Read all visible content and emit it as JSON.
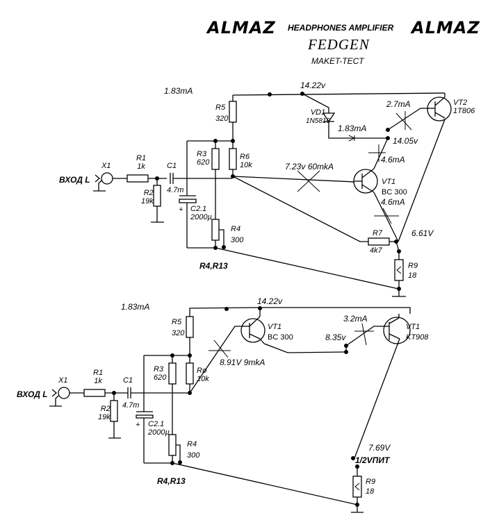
{
  "header": {
    "brand_left": "ALMAZ",
    "title": "HEADPHONES AMPLIFIER",
    "brand_right": "ALMAZ",
    "author": "FEDGEN",
    "subtitle": "MAKET-TECT"
  },
  "circuit_top": {
    "current_r5": "1.83mA",
    "rail_voltage": "14.22v",
    "input_label": "ВХОД L",
    "x1": "X1",
    "r1": {
      "name": "R1",
      "value": "1k"
    },
    "r2": {
      "name": "R2",
      "value": "19k"
    },
    "c1": {
      "name": "C1",
      "value": "4.7m"
    },
    "c21": {
      "name": "C2.1",
      "value": "2000µ",
      "polarity": "+"
    },
    "r3": {
      "name": "R3",
      "value": "620"
    },
    "r4": {
      "name": "R4",
      "value": "300"
    },
    "r5": {
      "name": "R5",
      "value": "320"
    },
    "r6": {
      "name": "R6",
      "value": "10k"
    },
    "r7": {
      "name": "R7",
      "value": "4k7"
    },
    "r9": {
      "name": "R9",
      "value": "18",
      "symbol": "<"
    },
    "vd1": {
      "name": "VD1",
      "value": "1N5819"
    },
    "vd1_current": "1.83mA",
    "vt1": {
      "name": "VT1",
      "value": "BC 300"
    },
    "vt2": {
      "name": "VT2",
      "value": "1T806"
    },
    "vt2_base_current": "2.7mA",
    "node_voltage": "14.05v",
    "vt1_collector_current": "4.6mA",
    "vt1_emitter_current": "4.6mA",
    "vt1_base_reading": "7.23v 60mkA",
    "output_voltage": "6.61V",
    "trim_label": "R4,R13"
  },
  "circuit_bottom": {
    "current_r5": "1.83mA",
    "rail_voltage": "14.22v",
    "input_label": "ВХОД L",
    "x1": "X1",
    "r1": {
      "name": "R1",
      "value": "1k"
    },
    "r2": {
      "name": "R2",
      "value": "19k"
    },
    "c1": {
      "name": "C1",
      "value": "4.7m"
    },
    "c21": {
      "name": "C2.1",
      "value": "2000µ",
      "polarity": "+"
    },
    "r3": {
      "name": "R3",
      "value": "620"
    },
    "r4": {
      "name": "R4",
      "value": "300"
    },
    "r5": {
      "name": "R5",
      "value": "320"
    },
    "r6": {
      "name": "Rø",
      "value": "10k"
    },
    "r9": {
      "name": "R9",
      "value": "18",
      "symbol": "<"
    },
    "vt1a": {
      "name": "VT1",
      "value": "BC 300"
    },
    "vt1b": {
      "name": "VT1",
      "value": "KT908"
    },
    "base_reading": "8.91V 9mkA",
    "vt1b_base_current": "3.2mA",
    "node_voltage": "8.35v",
    "output_voltage": "7.69V",
    "half_supply_label": "1/2VПИТ",
    "trim_label": "R4,R13"
  }
}
